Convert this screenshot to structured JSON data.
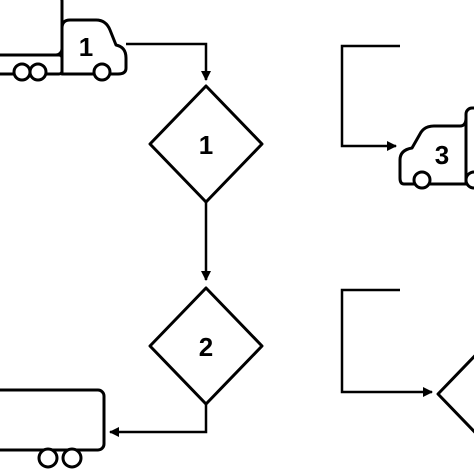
{
  "diagram": {
    "trucks": [
      {
        "id": "truck-1",
        "label": "1"
      },
      {
        "id": "truck-3",
        "label": "3"
      },
      {
        "id": "truck-bottom-left",
        "label": ""
      }
    ],
    "decisions": [
      {
        "id": "decision-1",
        "label": "1"
      },
      {
        "id": "decision-2",
        "label": "2"
      },
      {
        "id": "decision-right",
        "label": ""
      }
    ],
    "colors": {
      "stroke": "#000000",
      "fill": "#ffffff"
    }
  }
}
